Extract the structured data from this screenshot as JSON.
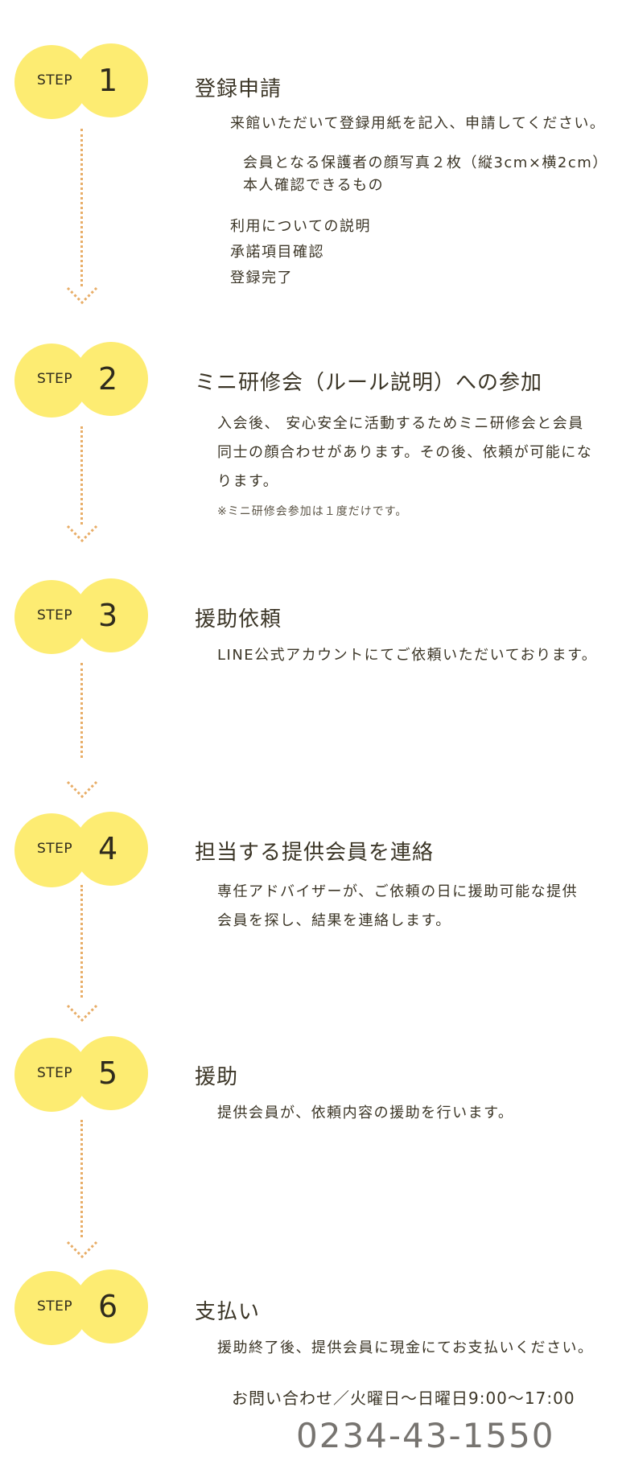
{
  "step_word": "STEP",
  "steps": [
    {
      "num": "1",
      "title": "登録申請",
      "lines": [
        "来館いただいて登録用紙を記入、申請してください。"
      ],
      "sub_items": [
        "会員となる保護者の顔写真２枚（縦3cm×横2cm）",
        "本人確認できるもの"
      ],
      "items": [
        "利用についての説明",
        "承諾項目確認",
        "登録完了"
      ]
    },
    {
      "num": "2",
      "title": "ミニ研修会（ルール説明）への参加",
      "lines": [
        "入会後、 安心安全に活動するためミニ研修会と会員",
        "同士の顔合わせがあります。その後、依頼が可能にな",
        "ります。"
      ],
      "note": "※ミニ研修会参加は１度だけです。"
    },
    {
      "num": "3",
      "title": "援助依頼",
      "lines": [
        "LINE公式アカウントにてご依頼いただいております。"
      ]
    },
    {
      "num": "4",
      "title": "担当する提供会員を連絡",
      "lines": [
        "専任アドバイザーが、ご依頼の日に援助可能な提供",
        "会員を探し、結果を連絡します。"
      ]
    },
    {
      "num": "5",
      "title": "援助",
      "lines": [
        "提供会員が、依頼内容の援助を行います。"
      ]
    },
    {
      "num": "6",
      "title": "支払い",
      "lines": [
        "援助終了後、提供会員に現金にてお支払いください。"
      ]
    }
  ],
  "contact": {
    "label": "お問い合わせ／火曜日～日曜日9:00～17:00",
    "phone": "0234-43-1550"
  },
  "colors": {
    "badge_yellow": "#fdec72",
    "dotted_line": "#e8ad67",
    "text": "#3b3526",
    "phone": "#777470"
  }
}
